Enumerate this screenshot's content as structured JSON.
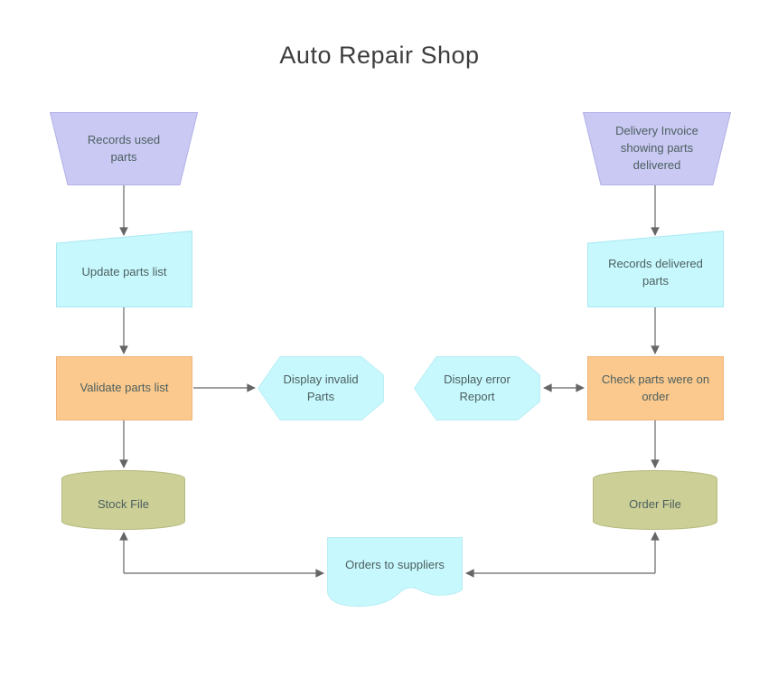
{
  "title": "Auto Repair Shop",
  "nodes": {
    "records_used_parts": {
      "label": "Records used parts",
      "type": "manual-operation"
    },
    "delivery_invoice": {
      "label": "Delivery Invoice showing parts delivered",
      "type": "manual-operation"
    },
    "update_parts_list": {
      "label": "Update parts list",
      "type": "manual-input"
    },
    "records_delivered_parts": {
      "label": "Records delivered parts",
      "type": "manual-input"
    },
    "validate_parts_list": {
      "label": "Validate parts list",
      "type": "process"
    },
    "check_parts_on_order": {
      "label": "Check parts were on order",
      "type": "process"
    },
    "display_invalid_parts": {
      "label": "Display invalid Parts",
      "type": "display"
    },
    "display_error_report": {
      "label": "Display error Report",
      "type": "display"
    },
    "stock_file": {
      "label": "Stock File",
      "type": "database"
    },
    "order_file": {
      "label": "Order File",
      "type": "database"
    },
    "orders_to_suppliers": {
      "label": "Orders to suppliers",
      "type": "document"
    }
  },
  "edges": [
    {
      "from": "records_used_parts",
      "to": "update_parts_list",
      "arrows": "end"
    },
    {
      "from": "update_parts_list",
      "to": "validate_parts_list",
      "arrows": "end"
    },
    {
      "from": "validate_parts_list",
      "to": "stock_file",
      "arrows": "end"
    },
    {
      "from": "validate_parts_list",
      "to": "display_invalid_parts",
      "arrows": "end"
    },
    {
      "from": "delivery_invoice",
      "to": "records_delivered_parts",
      "arrows": "end"
    },
    {
      "from": "records_delivered_parts",
      "to": "check_parts_on_order",
      "arrows": "end"
    },
    {
      "from": "check_parts_on_order",
      "to": "order_file",
      "arrows": "end"
    },
    {
      "from": "check_parts_on_order",
      "to": "display_error_report",
      "arrows": "both"
    },
    {
      "from": "stock_file",
      "to": "orders_to_suppliers",
      "arrows": "both"
    },
    {
      "from": "order_file",
      "to": "orders_to_suppliers",
      "arrows": "both"
    }
  ],
  "colors": {
    "manual_operation_fill": "#c9c9f3",
    "manual_operation_border": "#b1b1e8",
    "manual_input_fill": "#c7f8fd",
    "process_fill": "#fbc98d",
    "process_border": "#f1b377",
    "display_fill": "#c7f8fd",
    "database_fill": "#cccf96",
    "document_fill": "#c7f8fd",
    "connector": "#666666",
    "title_text": "#3d3d3d",
    "label_text": "#4c5f5f"
  }
}
